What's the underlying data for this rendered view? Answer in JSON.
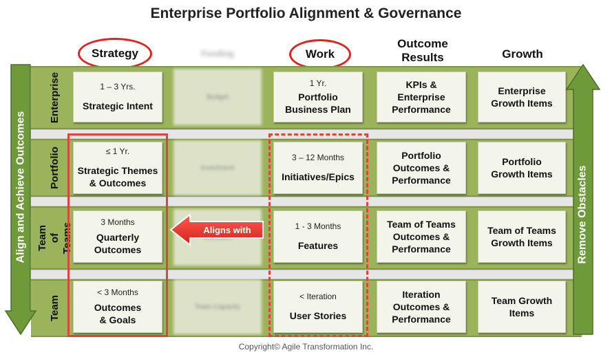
{
  "title": "Enterprise Portfolio Alignment & Governance",
  "columns": {
    "strategy": "Strategy",
    "funding": "Funding",
    "work": "Work",
    "outcome_results": "Outcome Results",
    "growth": "Growth"
  },
  "rows": {
    "enterprise": "Enterprise",
    "portfolio": "Portfolio",
    "team_of_teams": "Team of Teams",
    "team": "Team"
  },
  "cells": {
    "enterprise": {
      "strategy_sub": "1 – 3 Yrs.",
      "strategy_main": "Strategic Intent",
      "funding": "Budget",
      "work_sub": "1 Yr.",
      "work_main": "Portfolio Business Plan",
      "outcome": "KPIs & Enterprise Performance",
      "growth": "Enterprise Growth Items"
    },
    "portfolio": {
      "strategy_sub": "≤ 1 Yr.",
      "strategy_main": "Strategic Themes & Outcomes",
      "funding": "Investment",
      "work_sub": "3 – 12 Months",
      "work_main": "Initiatives/Epics",
      "outcome": "Portfolio Outcomes & Performance",
      "growth": "Portfolio Growth Items"
    },
    "team_of_teams": {
      "strategy_sub": "3 Months",
      "strategy_main": "Quarterly Outcomes",
      "funding": "Allocation",
      "work_sub": "1 - 3 Months",
      "work_main": "Features",
      "outcome": "Team of Teams Outcomes & Performance",
      "growth": "Team of Teams Growth Items"
    },
    "team": {
      "strategy_sub": "< 3 Months",
      "strategy_main": "Outcomes & Goals",
      "funding": "Team Capacity",
      "work_sub": "< Iteration",
      "work_main": "User Stories",
      "outcome": "Iteration Outcomes & Performance",
      "growth": "Team Growth Items"
    }
  },
  "callout": "Aligns with",
  "left_arrow_label": "Align and Achieve Outcomes",
  "right_arrow_label": "Remove Obstacles",
  "footer": "Copyright© Agile Transformation Inc.",
  "colors": {
    "band_green": "#9bb35b",
    "arrow_green": "#6f9a3a",
    "accent_red": "#e0231c",
    "cell_bg": "#f3f4ea"
  }
}
